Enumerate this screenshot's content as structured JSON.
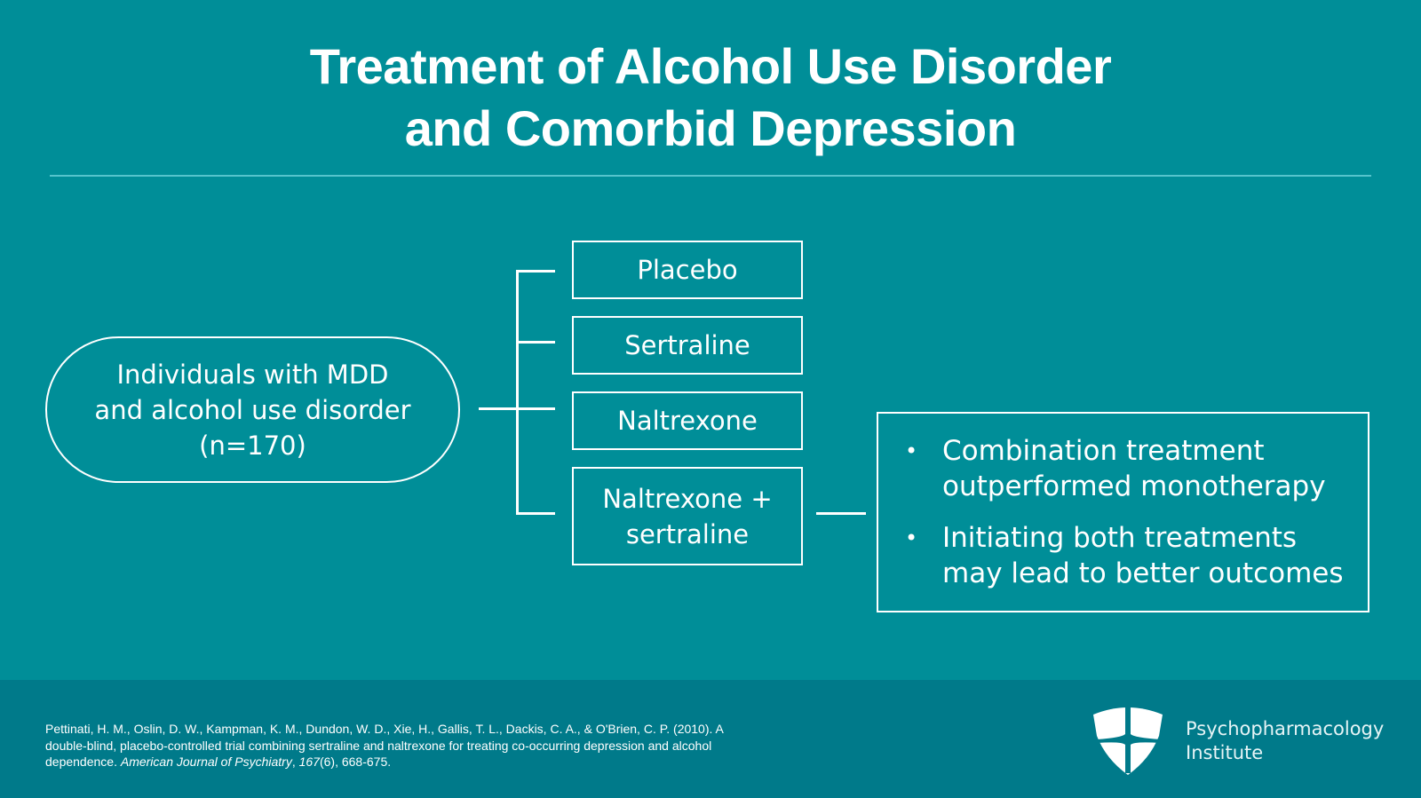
{
  "slide": {
    "title_line1": "Treatment of Alcohol Use Disorder",
    "title_line2": "and Comorbid Depression",
    "colors": {
      "background": "#008E98",
      "footer": "#007A8A",
      "divider": "#5FCAD3",
      "foreground": "#FFFFFF"
    }
  },
  "population": {
    "line1": "Individuals with MDD",
    "line2": "and alcohol use disorder",
    "line3": "(n=170)"
  },
  "arms": [
    {
      "line1": "Placebo"
    },
    {
      "line1": "Sertraline"
    },
    {
      "line1": "Naltrexone"
    },
    {
      "line1": "Naltrexone +",
      "line2": "sertraline"
    }
  ],
  "findings": [
    {
      "bullet": "•",
      "text": "Combination treatment outperformed monotherapy"
    },
    {
      "bullet": "•",
      "text": "Initiating both treatments may lead to better outcomes"
    }
  ],
  "footer": {
    "citation_plain": "Pettinati, H. M., Oslin, D. W., Kampman, K. M., Dundon, W. D., Xie, H., Gallis, T. L., Dackis, C. A., & O'Brien, C. P. (2010). A double-blind, placebo-controlled trial combining sertraline and naltrexone for treating co-occurring depression and alcohol dependence. ",
    "citation_journal": "American Journal of Psychiatry",
    "citation_sep": ", ",
    "citation_volume": "167",
    "citation_tail": "(6), 668-675.",
    "logo": {
      "icon": "shield-cross-icon",
      "line1": "Psychopharmacology",
      "line2": "Institute"
    }
  }
}
